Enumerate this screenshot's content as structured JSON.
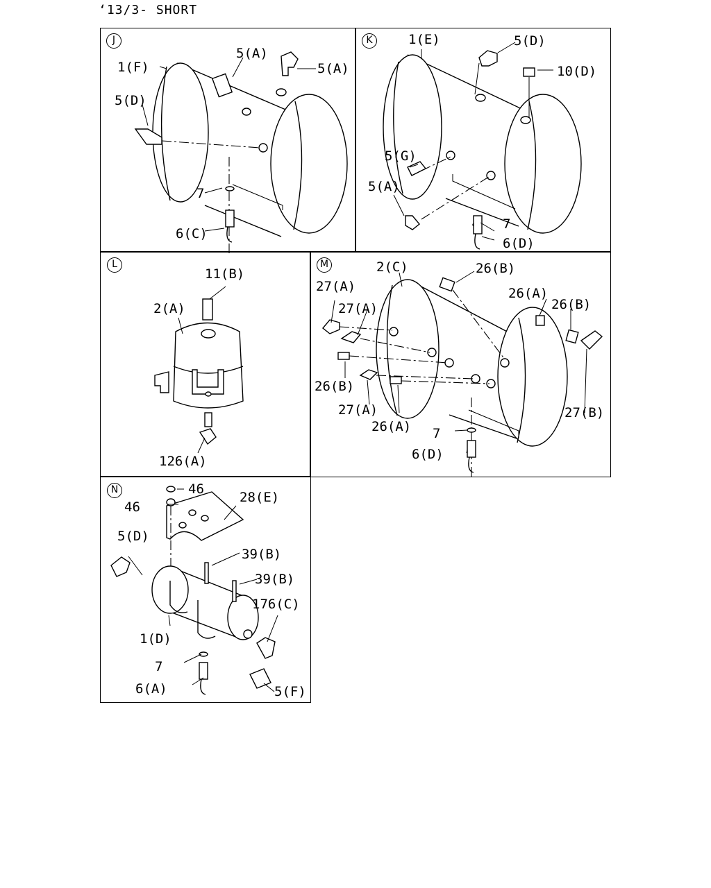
{
  "header": "‘13/3- SHORT",
  "panels": {
    "J": {
      "id": "J",
      "labels": [
        "1(F)",
        "5(A)",
        "5(A)",
        "5(D)",
        "7",
        "6(C)"
      ]
    },
    "K": {
      "id": "K",
      "labels": [
        "1(E)",
        "5(D)",
        "10(D)",
        "5(G)",
        "5(A)",
        "7",
        "6(D)"
      ]
    },
    "L": {
      "id": "L",
      "labels": [
        "11(B)",
        "2(A)",
        "126(A)"
      ]
    },
    "M": {
      "id": "M",
      "labels": [
        "2(C)",
        "26(B)",
        "27(A)",
        "27(A)",
        "26(A)",
        "26(B)",
        "26(B)",
        "27(A)",
        "26(A)",
        "27(B)",
        "7",
        "6(D)"
      ]
    },
    "N": {
      "id": "N",
      "labels": [
        "46",
        "46",
        "28(E)",
        "5(D)",
        "39(B)",
        "39(B)",
        "176(C)",
        "1(D)",
        "7",
        "6(A)",
        "5(F)"
      ]
    }
  }
}
